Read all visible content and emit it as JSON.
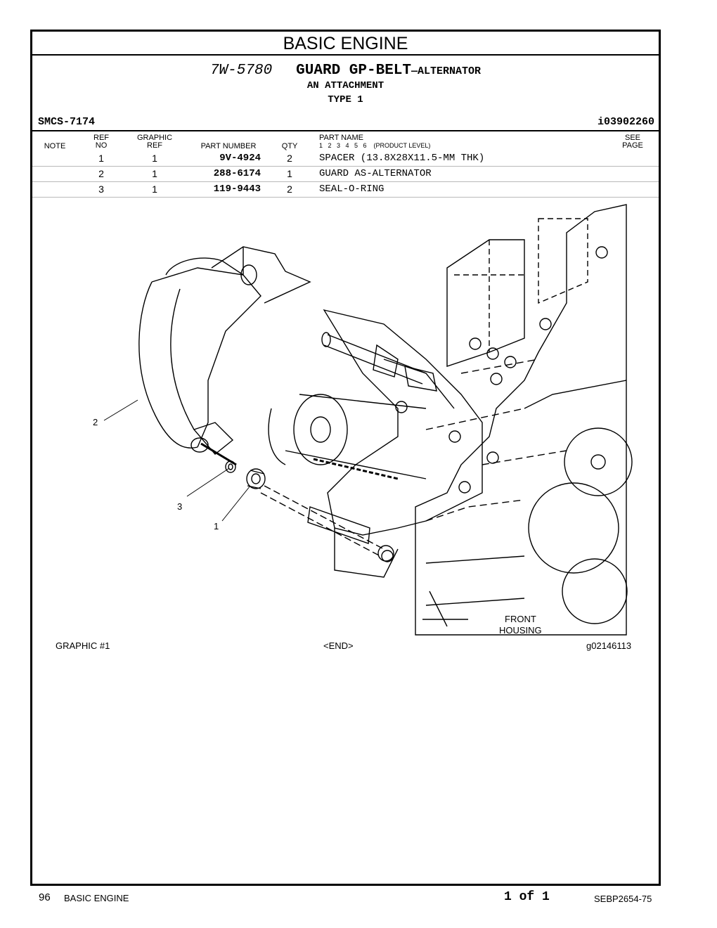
{
  "section_title": "BASIC ENGINE",
  "group": {
    "part_number": "7W-5780",
    "name_main": "GUARD GP-BELT",
    "name_suffix": "—ALTERNATOR",
    "line2": "AN ATTACHMENT",
    "line3": "TYPE 1"
  },
  "smcs": "SMCS-7174",
  "info_ref": "i03902260",
  "columns": {
    "note": "NOTE",
    "ref_1": "REF",
    "ref_2": "NO",
    "graphic_1": "GRAPHIC",
    "graphic_2": "REF",
    "part_number": "PART NUMBER",
    "qty": "QTY",
    "part_name_1": "PART NAME",
    "part_name_2": "1   2   3   4   5   6    (PRODUCT LEVEL)",
    "see_1": "SEE",
    "see_2": "PAGE"
  },
  "parts": [
    {
      "ref": "1",
      "graphic_ref": "1",
      "part_number": "9V-4924",
      "qty": "2",
      "name": "SPACER (13.8X28X11.5-MM THK)"
    },
    {
      "ref": "2",
      "graphic_ref": "1",
      "part_number": "288-6174",
      "qty": "1",
      "name": "GUARD AS-ALTERNATOR"
    },
    {
      "ref": "3",
      "graphic_ref": "1",
      "part_number": "119-9443",
      "qty": "2",
      "name": "SEAL-O-RING"
    }
  ],
  "figure": {
    "callouts": [
      "2",
      "3",
      "1"
    ],
    "label_front": "FRONT",
    "label_housing": "HOUSING",
    "graphic_label": "GRAPHIC #1",
    "end_label": "<END>",
    "graphic_id": "g02146113"
  },
  "footer": {
    "page_number": "96",
    "section": "BASIC ENGINE",
    "page_of": "1 of 1",
    "doc_id": "SEBP2654-75"
  }
}
